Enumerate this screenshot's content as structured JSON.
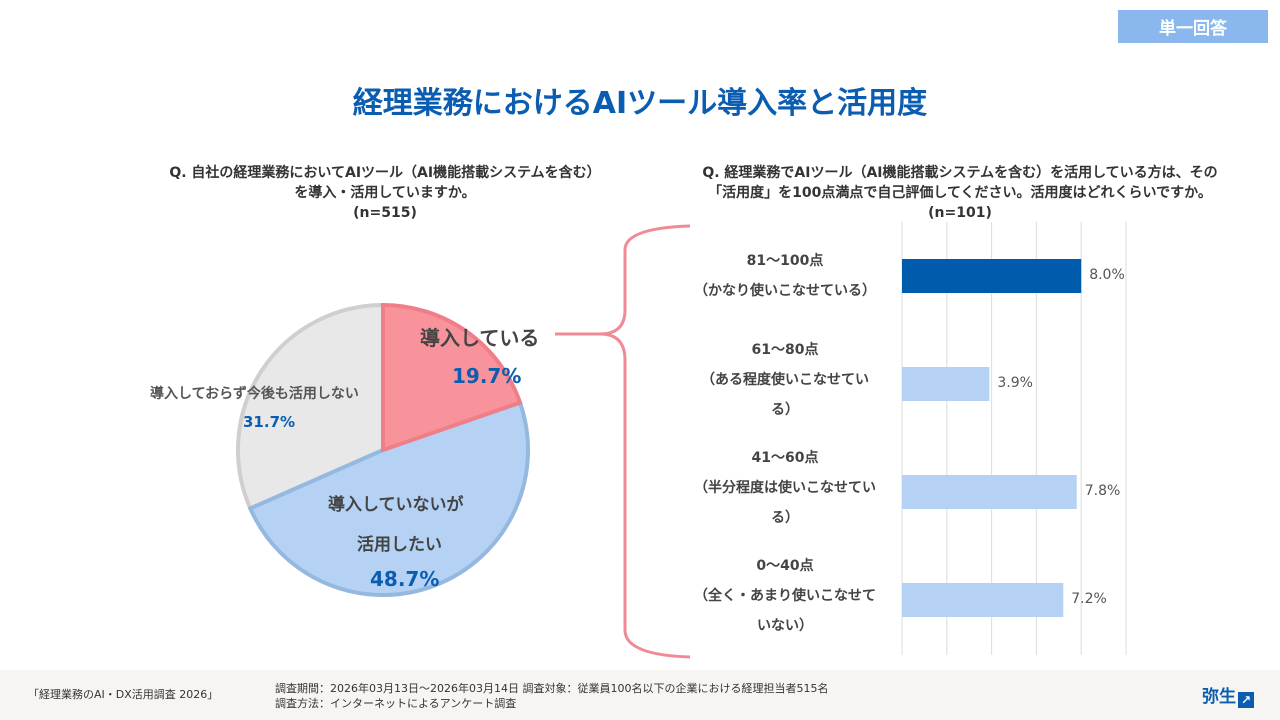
{
  "badge": "単一回答",
  "title": "経理業務におけるAIツール導入率と活用度",
  "left_question": {
    "line1": "Q. 自社の経理業務においてAIツール（AI機能搭載システムを含む）",
    "line2": "を導入・活用していますか。",
    "n": "(n=515)"
  },
  "right_question": {
    "line1": "Q. 経理業務でAIツール（AI機能搭載システムを含む）を活用している方は、その",
    "line2": "「活用度」を100点満点で自己評価してください。活用度はどれくらいですか。",
    "n": "(n=101)"
  },
  "chart_data": [
    {
      "type": "pie",
      "slices": [
        {
          "label": "導入している",
          "value": 19.7,
          "text": "19.7%",
          "color": "#f8939b"
        },
        {
          "label": "導入していないが活用したい",
          "label_l1": "導入していないが",
          "label_l2": "活用したい",
          "value": 48.7,
          "text": "48.7%",
          "color": "#b5d2f4"
        },
        {
          "label": "導入しておらず今後も活用しない",
          "value": 31.7,
          "text": "31.7%",
          "color": "#e8e8e8"
        }
      ]
    },
    {
      "type": "bar",
      "orientation": "horizontal",
      "xlim": [
        0,
        10
      ],
      "grid": true,
      "categories": [
        {
          "l1": "81〜100点",
          "l2": "（かなり使いこなせている）",
          "l3": ""
        },
        {
          "l1": "61〜80点",
          "l2": "（ある程度使いこなせてい",
          "l3": "る）"
        },
        {
          "l1": "41〜60点",
          "l2": "（半分程度は使いこなせてい",
          "l3": "る）"
        },
        {
          "l1": "0〜40点",
          "l2": "（全く・あまり使いこなせて",
          "l3": "いない）"
        }
      ],
      "values": [
        8.0,
        3.9,
        7.8,
        7.2
      ],
      "labels": [
        "8.0%",
        "3.9%",
        "7.8%",
        "7.2%"
      ],
      "colors": [
        "#005bac",
        "#b5d2f4",
        "#b5d2f4",
        "#b5d2f4"
      ]
    }
  ],
  "footer": {
    "survey": "「経理業務のAI・DX活用調査 2026」",
    "period": "調査期間：2026年03月13日〜2026年03月14日 調査対象：従業員100名以下の企業における経理担当者515名",
    "method": "調査方法：インターネットによるアンケート調査",
    "logo": "弥生"
  }
}
